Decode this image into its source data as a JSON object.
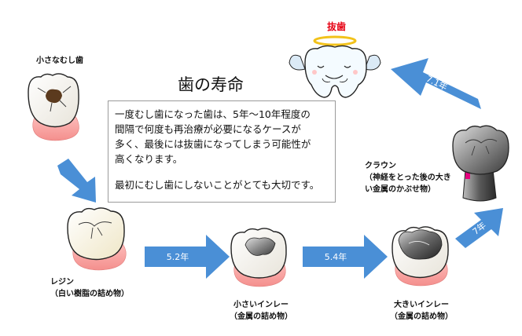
{
  "title": "歯の寿命",
  "message": {
    "lines": [
      "一度むし歯になった歯は、5年〜10年程度の",
      "間隔で何度も再治療が必要になるケースが",
      "多く、最後には抜歯になってしまう可能性が",
      "高くなります。"
    ],
    "closing": "最初にむし歯にしないことがとても大切です。"
  },
  "stages": {
    "small_cavity": {
      "label": "小さなむし歯"
    },
    "resin": {
      "label_line1": "レジン",
      "label_line2": "（白い樹脂の詰め物）"
    },
    "small_inlay": {
      "label_line1": "小さいインレー",
      "label_line2": "（金属の詰め物）"
    },
    "large_inlay": {
      "label_line1": "大きいインレー",
      "label_line2": "（金属の詰め物）"
    },
    "crown": {
      "label_line1": "クラウン",
      "label_line2": "（神経をとった後の大き",
      "label_line3": "い金属のかぶせ物）"
    },
    "extraction": {
      "label": "抜歯"
    }
  },
  "arrows": {
    "resin_to_small_inlay": "5.2年",
    "small_inlay_to_large_inlay": "5.4年",
    "large_inlay_to_crown": "7年",
    "crown_to_extraction": "7.1年"
  },
  "colors": {
    "arrow": "#4a8fd6",
    "gum": "#f7a4a2",
    "text_red": "#e60012",
    "crown_band": "#e6007e"
  }
}
